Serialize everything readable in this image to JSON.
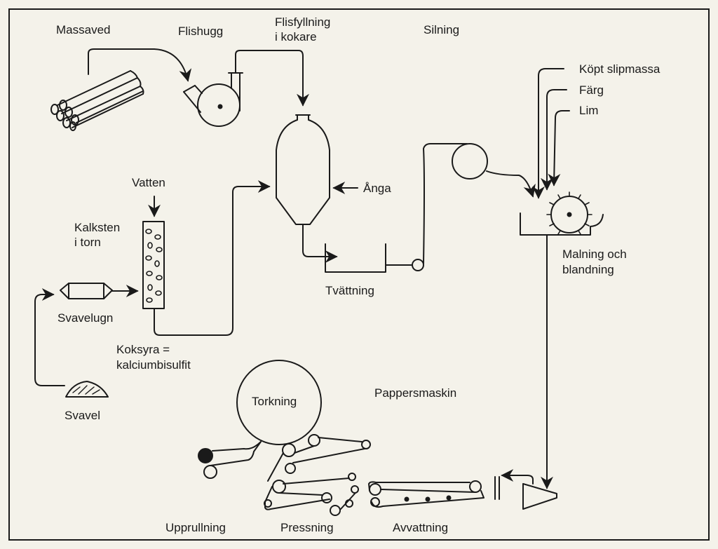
{
  "labels": {
    "massaved": "Massaved",
    "flishugg": "Flishugg",
    "flisfyllning_1": "Flisfyllning",
    "flisfyllning_2": "i kokare",
    "silning": "Silning",
    "kopt_slipmassa": "Köpt slipmassa",
    "farg": "Färg",
    "lim": "Lim",
    "vatten": "Vatten",
    "kalksten_1": "Kalksten",
    "kalksten_2": "i torn",
    "anga": "Ånga",
    "svavelugn": "Svavelugn",
    "tvattning": "Tvättning",
    "malning_1": "Malning och",
    "malning_2": "blandning",
    "koksyra_1": "Koksyra =",
    "koksyra_2": "kalciumbisulfit",
    "pappersmaskin": "Pappersmaskin",
    "torkning": "Torkning",
    "svavel": "Svavel",
    "upprullning": "Upprullning",
    "pressning": "Pressning",
    "avvattning": "Avvattning"
  },
  "colors": {
    "paper": "#f4f2ea",
    "ink": "#1a1a1a"
  }
}
